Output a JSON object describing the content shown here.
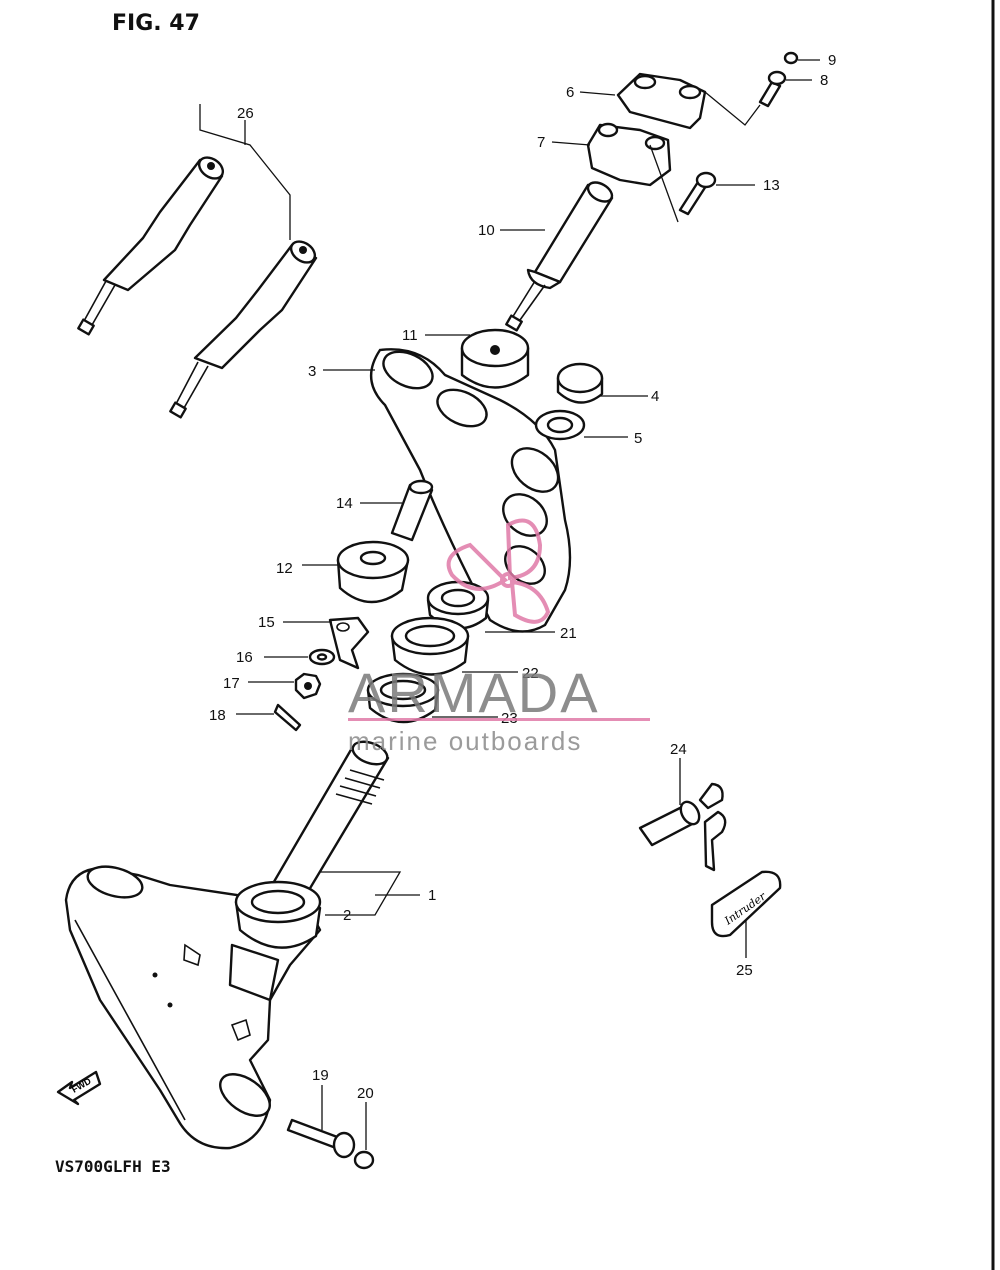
{
  "figure": {
    "title": "FIG. 47",
    "model_code": "VS700GLFH  E3"
  },
  "watermark": {
    "brand": "ARMADA",
    "tagline": "marine outboards"
  },
  "direction_tag": "FWD",
  "badge_text": "Intruder",
  "callouts": [
    "1",
    "2",
    "3",
    "4",
    "5",
    "6",
    "7",
    "8",
    "9",
    "10",
    "11",
    "12",
    "13",
    "14",
    "15",
    "16",
    "17",
    "18",
    "19",
    "20",
    "21",
    "22",
    "23",
    "24",
    "25",
    "26"
  ],
  "colors": {
    "line": "#111111",
    "watermark_gray": "#7a7a7a",
    "watermark_pink": "#e07aa8"
  }
}
